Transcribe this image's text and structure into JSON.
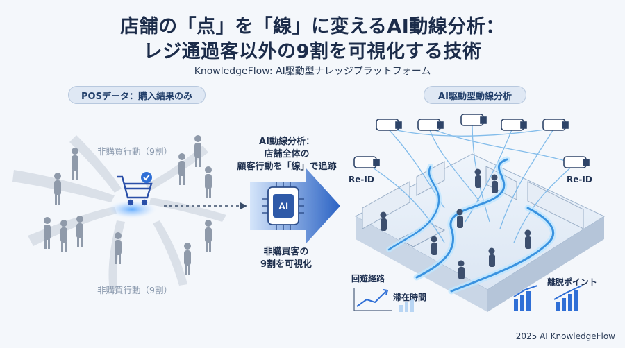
{
  "header": {
    "title_line1": "店舗の「点」を「線」に変えるAI動線分析：",
    "title_line2": "レジ通過客以外の9割を可視化する技術",
    "subtitle": "KnowledgeFlow: AI駆動型ナレッジプラットフォーム"
  },
  "left": {
    "pill": "POSデータ：購入結果のみ",
    "label_top": "非購買行動（9割）",
    "label_bottom": "非購買行動（9割）"
  },
  "center": {
    "desc_line1": "AI動線分析：",
    "desc_line2": "店舗全体の",
    "desc_line3": "顧客行動を「線」で追跡",
    "chip_label": "AI",
    "result_line1": "非購買客の",
    "result_line2": "9割を可視化"
  },
  "right": {
    "pill": "AI駆動型動線分析",
    "reid_left": "Re-ID",
    "reid_right": "Re-ID",
    "route_label": "回遊経路",
    "dwell_label": "滞在時間",
    "exit_label": "離脱ポイント"
  },
  "footer": {
    "copyright": "2025 AI KnowledgeFlow"
  },
  "colors": {
    "navy": "#1c2c4a",
    "accent_blue": "#2f6fd6",
    "glow": "#7fd0ff",
    "pill_bg": "#dfe8f4"
  }
}
